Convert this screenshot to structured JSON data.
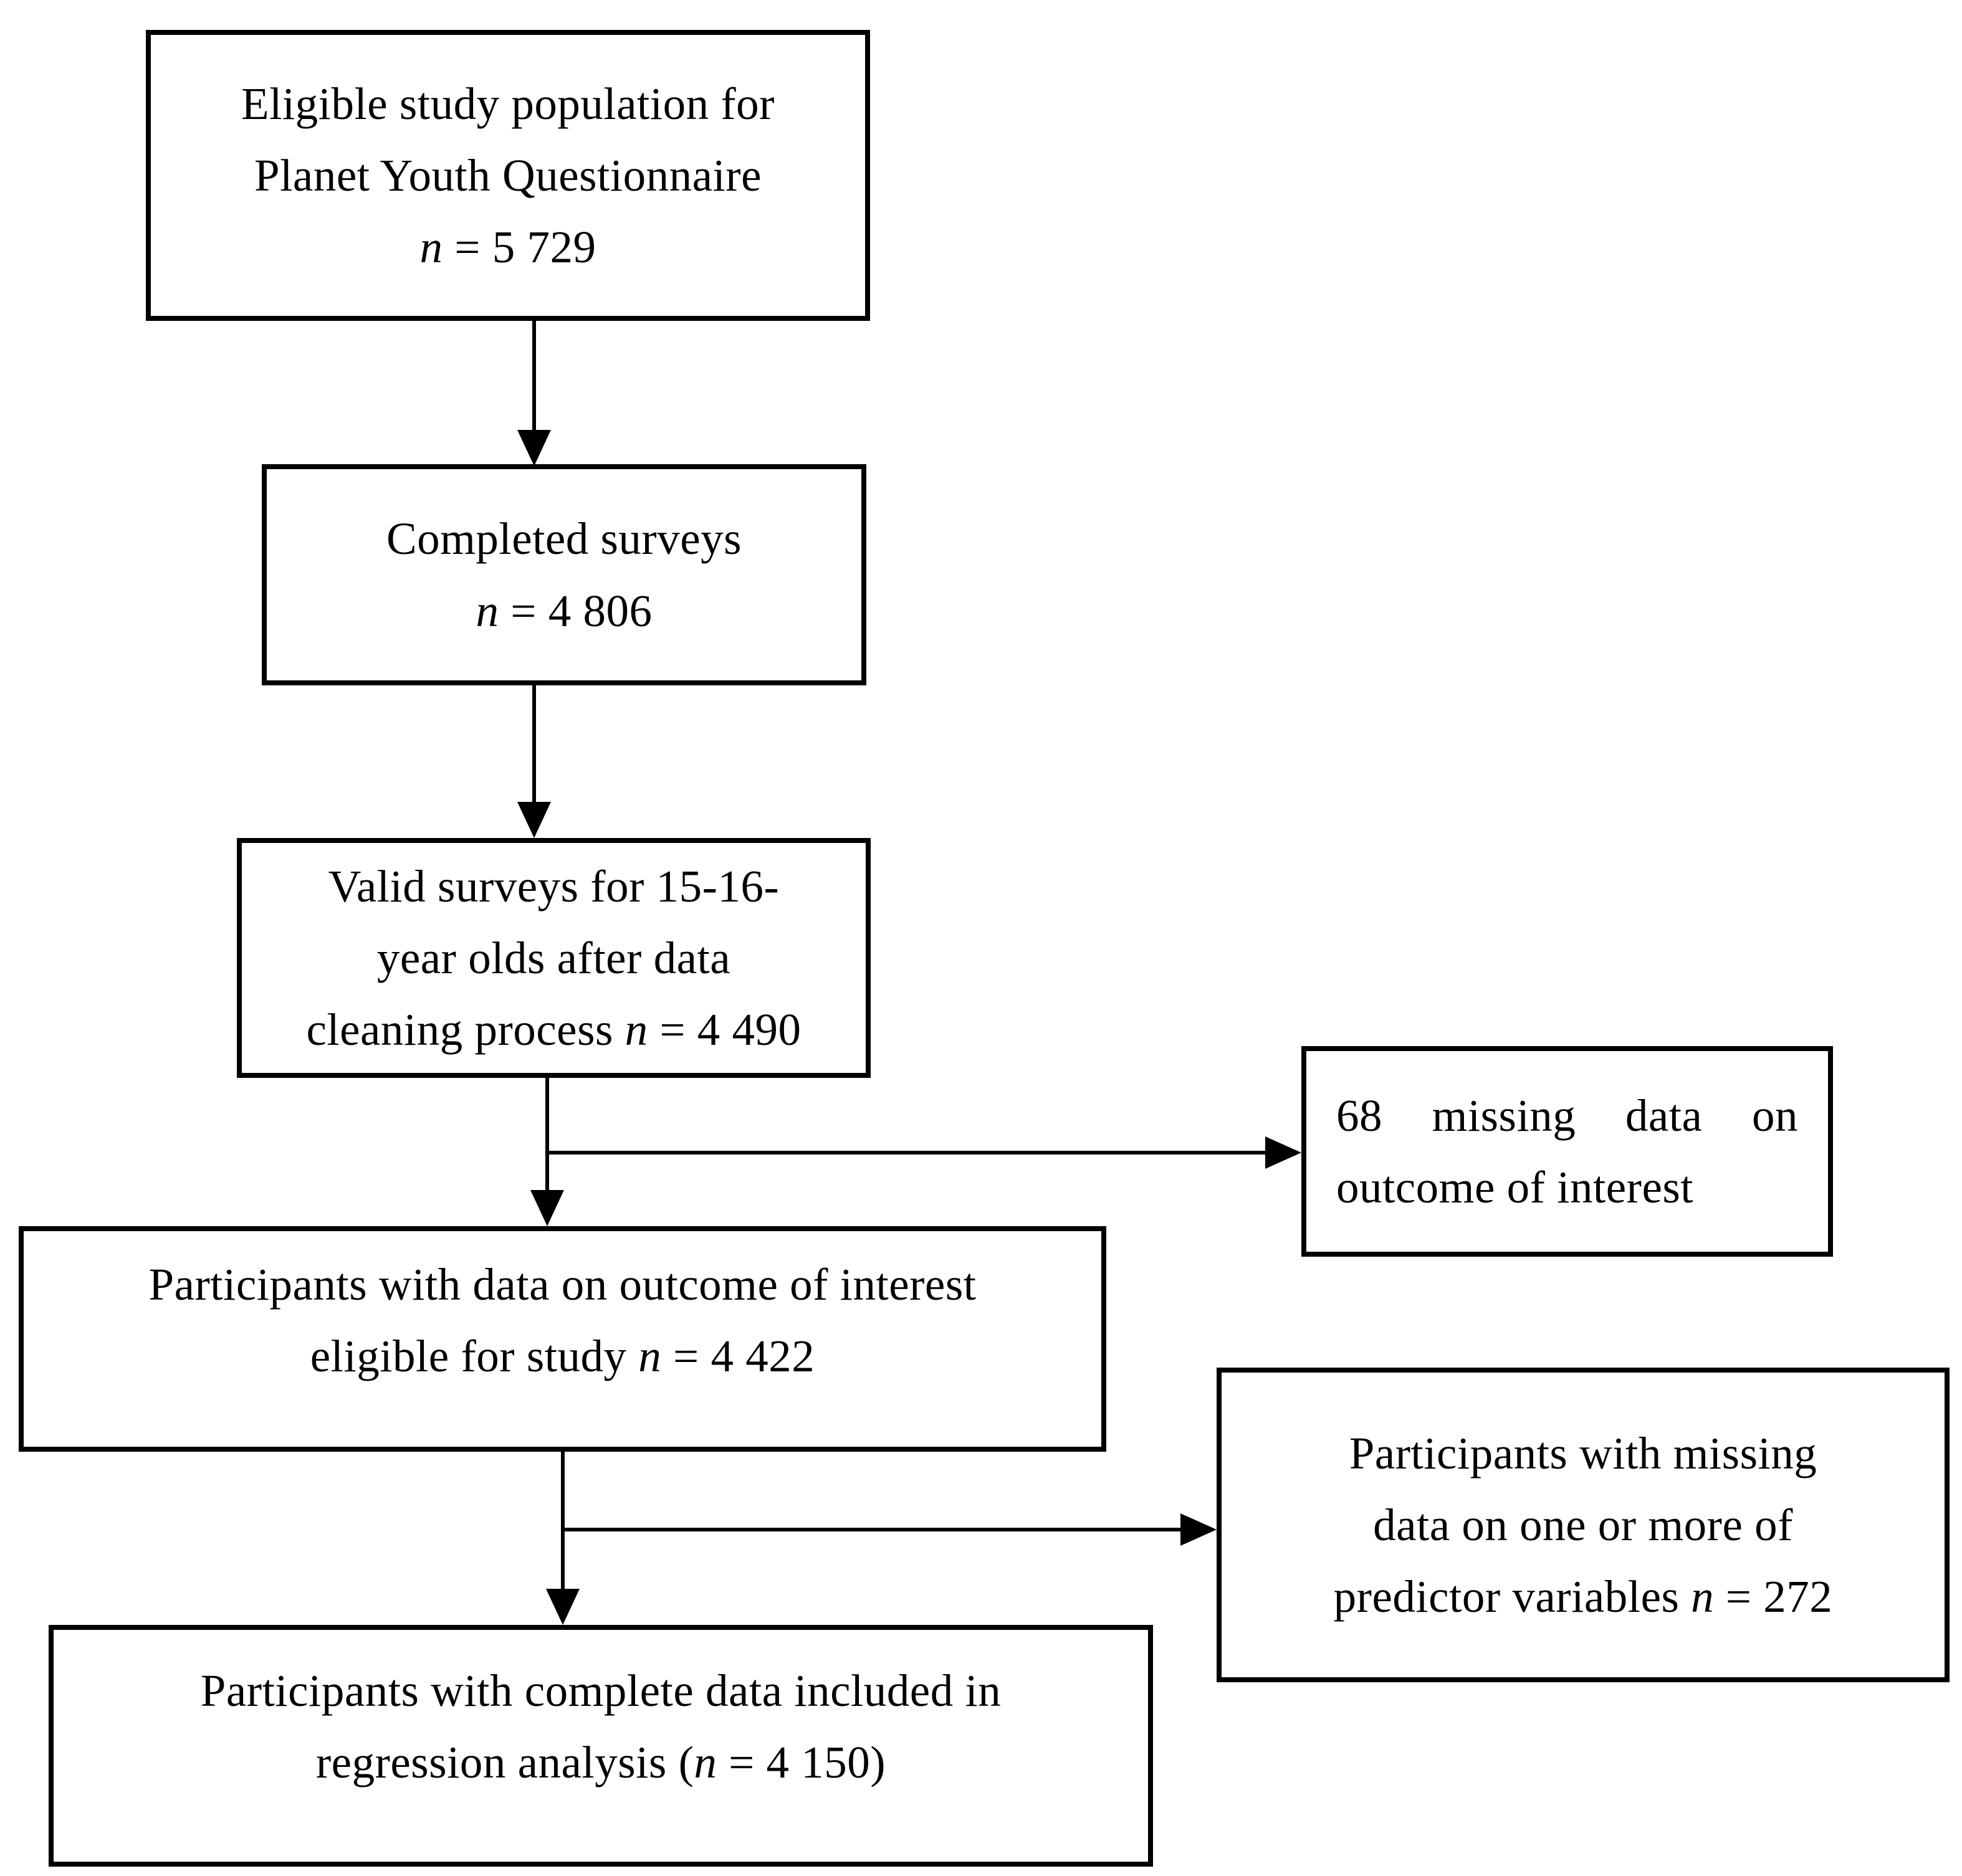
{
  "figure": {
    "type": "study-flow-diagram",
    "background_color": "#ffffff",
    "line_color": "#000000",
    "boxes": {
      "eligible_population": {
        "lines": [
          "Eligible study population for",
          "Planet Youth Questionnaire",
          "n = 5 729"
        ],
        "n_value": "5 729"
      },
      "completed_surveys": {
        "lines": [
          "Completed surveys",
          "n = 4 806"
        ],
        "n_value": "4 806"
      },
      "valid_surveys": {
        "lines": [
          "Valid surveys for 15-16-",
          "year olds after data",
          "cleaning process n = 4 490"
        ],
        "n_value": "4 490"
      },
      "missing_outcome": {
        "text": "68 missing data on outcome of interest",
        "n_value": "68"
      },
      "outcome_eligible": {
        "lines": [
          "Participants with data on outcome of interest",
          "eligible for study n = 4 422"
        ],
        "n_value": "4 422"
      },
      "missing_predictor": {
        "lines": [
          "Participants with missing",
          "data on one or more of",
          "predictor variables n = 272"
        ],
        "n_value": "272"
      },
      "regression_analysis": {
        "lines": [
          "Participants with complete data included in",
          "regression analysis (n = 4 150)"
        ],
        "n_value": "4 150"
      }
    }
  }
}
